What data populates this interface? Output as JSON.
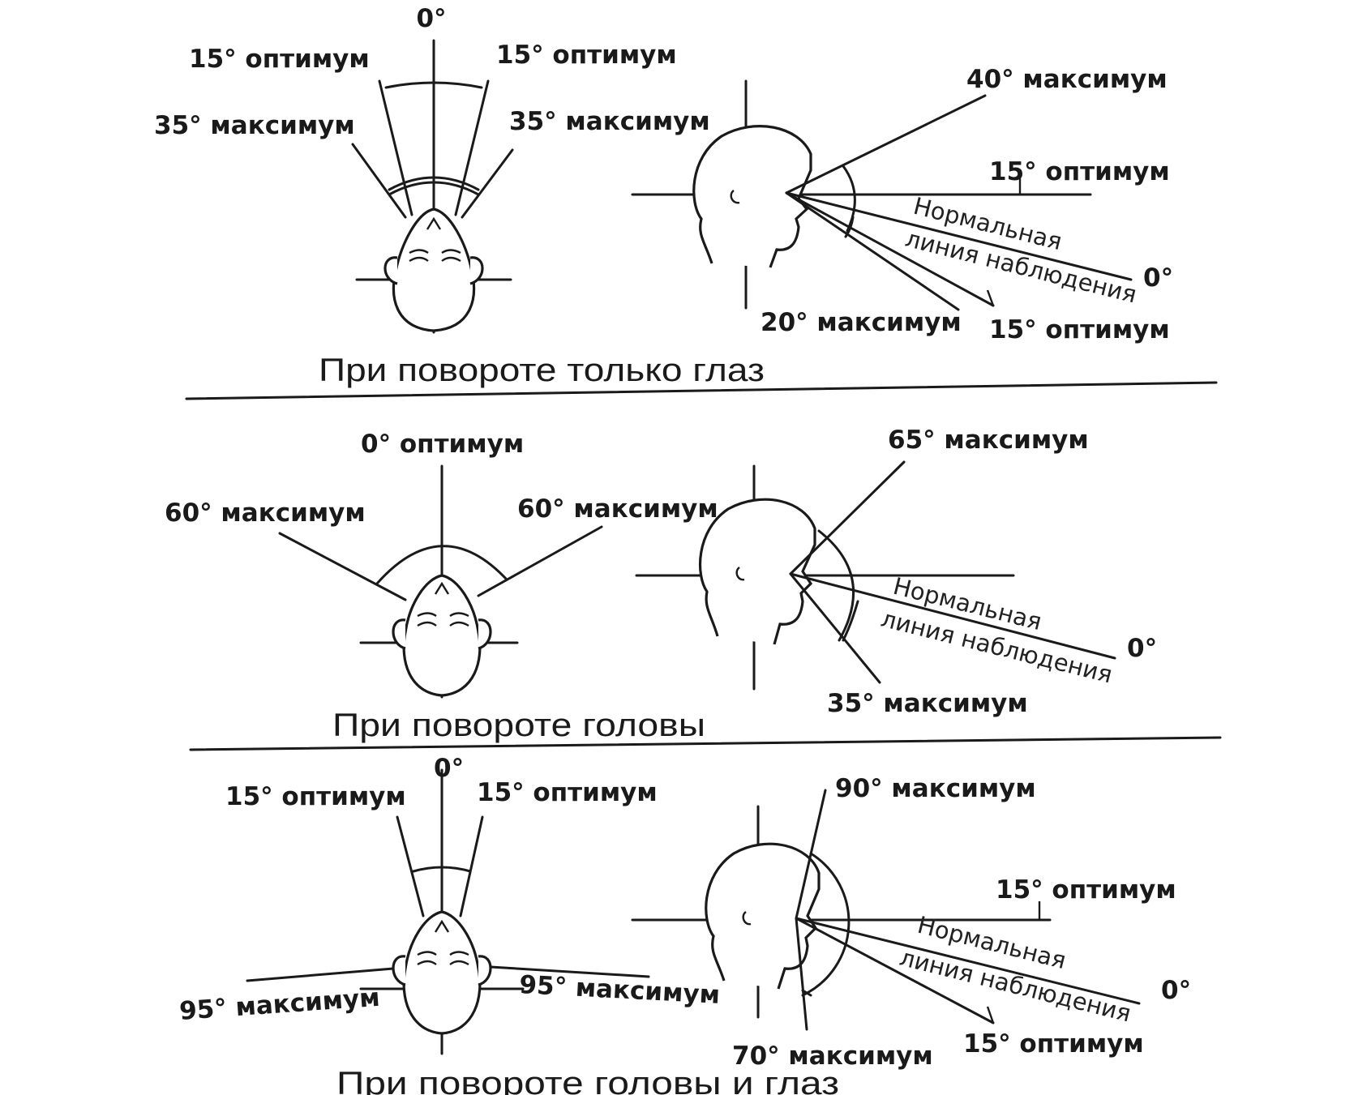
{
  "sections": [
    {
      "caption": "При повороте только глаз",
      "front": {
        "top": "0°",
        "left_optimum": "15° оптимум",
        "right_optimum": "15° оптимум",
        "left_max": "35° максимум",
        "right_max": "35° максимум"
      },
      "side": {
        "up_max": "40° максимум",
        "up_optimum": "15° оптимум",
        "normal_line": [
          "Нормальная",
          "линия наблюдения"
        ],
        "zero": "0°",
        "down_max": "20° максимум",
        "down_optimum": "15° оптимум"
      }
    },
    {
      "caption": "При повороте головы",
      "front": {
        "top": "0° оптимум",
        "left_max": "60° максимум",
        "right_max": "60° максимум"
      },
      "side": {
        "up_max": "65° максимум",
        "normal_line": [
          "Нормальная",
          "линия наблюдения"
        ],
        "zero": "0°",
        "down_max": "35° максимум"
      }
    },
    {
      "caption": "При повороте головы и глаз",
      "front": {
        "top": "0°",
        "left_optimum": "15° оптимум",
        "right_optimum": "15° оптимум",
        "left_max": "95° максимум",
        "right_max": "95° максимум"
      },
      "side": {
        "up_max": "90° максимум",
        "up_optimum": "15° оптимум",
        "normal_line": [
          "Нормальная",
          "линия наблюдения"
        ],
        "zero": "0°",
        "down_max": "70° максимум",
        "down_optimum": "15° оптимум"
      }
    }
  ]
}
